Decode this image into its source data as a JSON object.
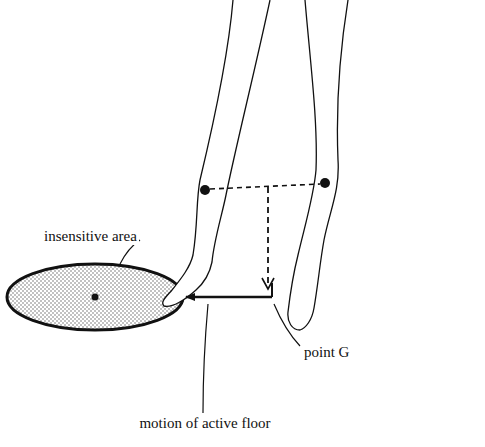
{
  "diagram": {
    "labels": [
      "insensitive area",
      "motion of active floor",
      "point G"
    ]
  }
}
